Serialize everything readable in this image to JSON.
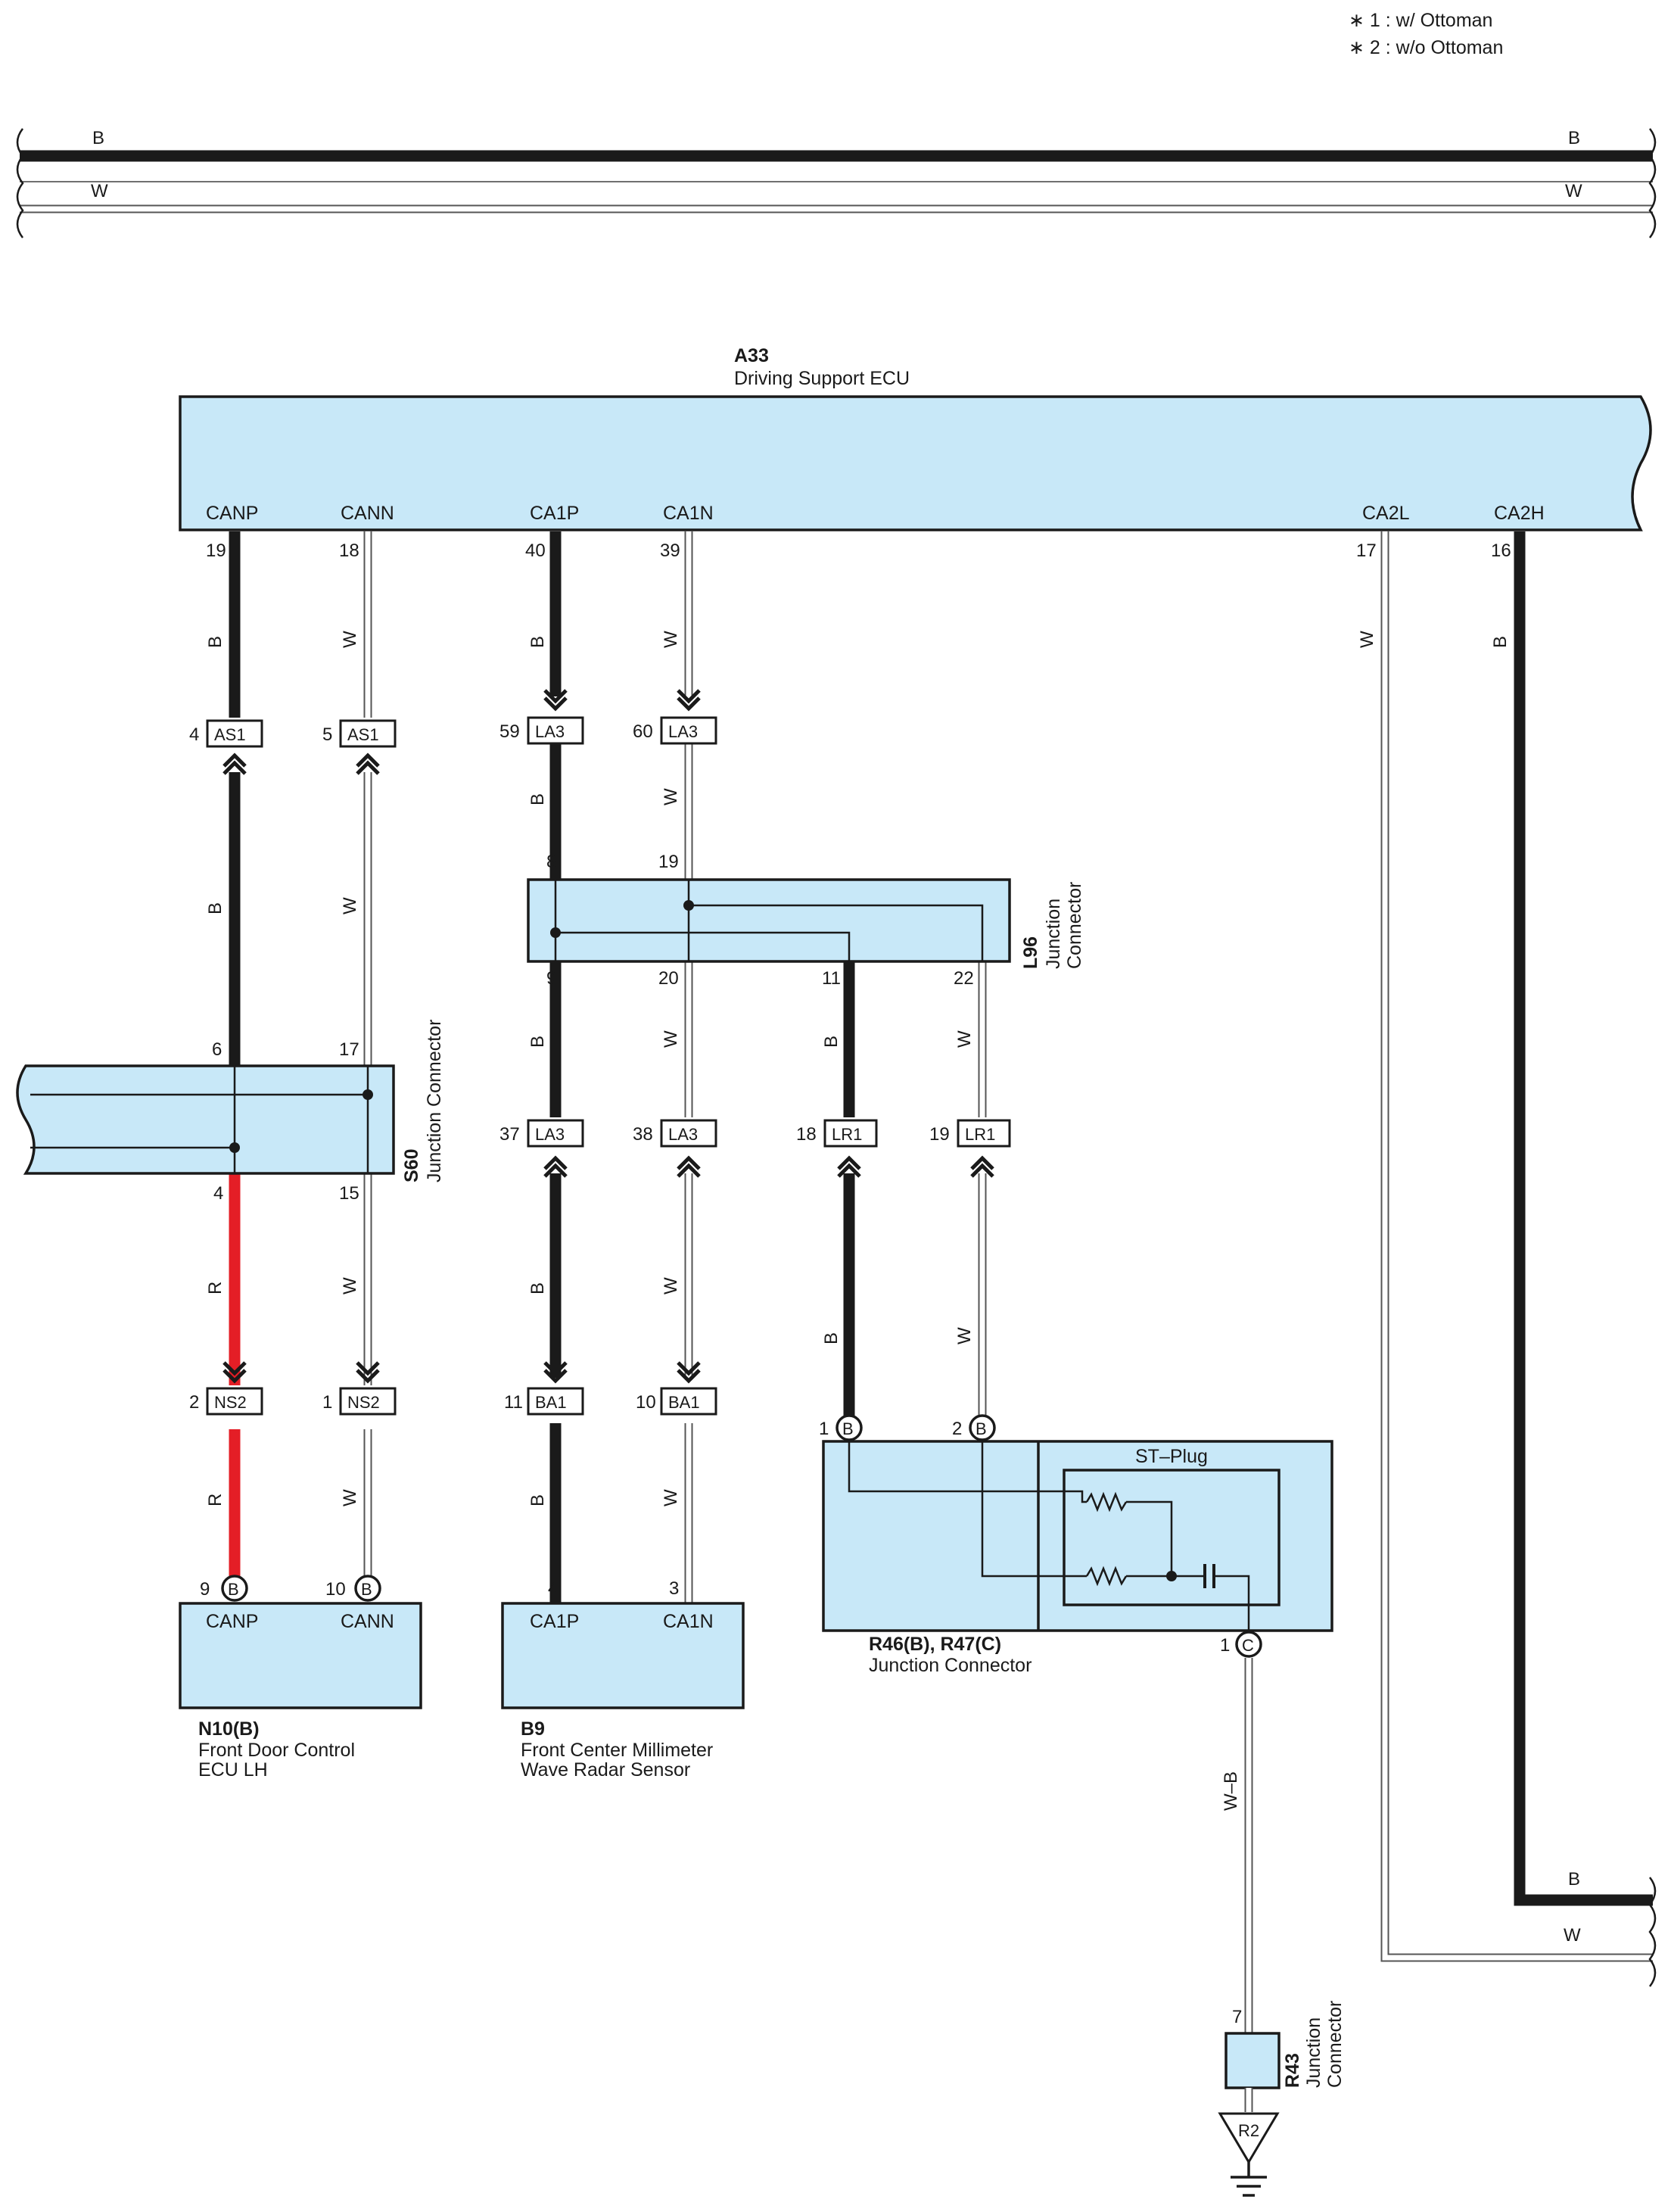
{
  "notes": [
    "∗ 1 : w/ Ottoman",
    "∗ 2 : w/o Ottoman"
  ],
  "bus": {
    "b": "B",
    "w": "W"
  },
  "ecu": {
    "code": "A33",
    "name": "Driving Support ECU",
    "terminals": [
      "CANP",
      "CANN",
      "CA1P",
      "CA1N",
      "CA2L",
      "CA2H"
    ],
    "pins": [
      "19",
      "18",
      "40",
      "39",
      "17",
      "16"
    ]
  },
  "wire_colors": {
    "b": "B",
    "w": "W",
    "r": "R",
    "wb": "W–B"
  },
  "colors": {
    "box_fill": "#c8e8f8",
    "black_wire": "#1a1a1a",
    "red_wire": "#e41e26",
    "white_wire": "#ffffff"
  },
  "connectors": {
    "as1": {
      "name": "AS1",
      "pin_canp": "4",
      "pin_cann": "5"
    },
    "la3_top": {
      "name": "LA3",
      "pin_p": "59",
      "pin_n": "60"
    },
    "la3_mid": {
      "name": "LA3",
      "pin_p": "37",
      "pin_n": "38"
    },
    "lr1": {
      "name": "LR1",
      "pin_p": "18",
      "pin_n": "19"
    },
    "ns2": {
      "name": "NS2",
      "pin_canp": "2",
      "pin_cann": "1"
    },
    "ba1": {
      "name": "BA1",
      "pin_p": "11",
      "pin_n": "10"
    }
  },
  "l96": {
    "code": "L96",
    "name1": "Junction",
    "name2": "Connector",
    "pins": [
      "8",
      "19",
      "9",
      "20",
      "11",
      "22"
    ]
  },
  "s60": {
    "code": "S60",
    "name": "Junction Connector",
    "pins": [
      "6",
      "17",
      "4",
      "15"
    ]
  },
  "n10": {
    "code": "N10(B)",
    "name1": "Front Door Control",
    "name2": "ECU LH",
    "terminals": [
      "CANP",
      "CANN"
    ],
    "pins": [
      "9",
      "10"
    ],
    "circ": "B"
  },
  "b9": {
    "code": "B9",
    "name1": "Front Center Millimeter",
    "name2": "Wave Radar Sensor",
    "terminals": [
      "CA1P",
      "CA1N"
    ],
    "pins": [
      "4",
      "3"
    ]
  },
  "r46": {
    "code": "R46(B), R47(C)",
    "name": "Junction Connector",
    "st_plug": "ST–Plug",
    "pins": [
      "1",
      "2",
      "1"
    ],
    "circ_b": "B",
    "circ_c": "C"
  },
  "r43": {
    "code": "R43",
    "name1": "Junction",
    "name2": "Connector",
    "pin": "7",
    "ground": "R2"
  }
}
